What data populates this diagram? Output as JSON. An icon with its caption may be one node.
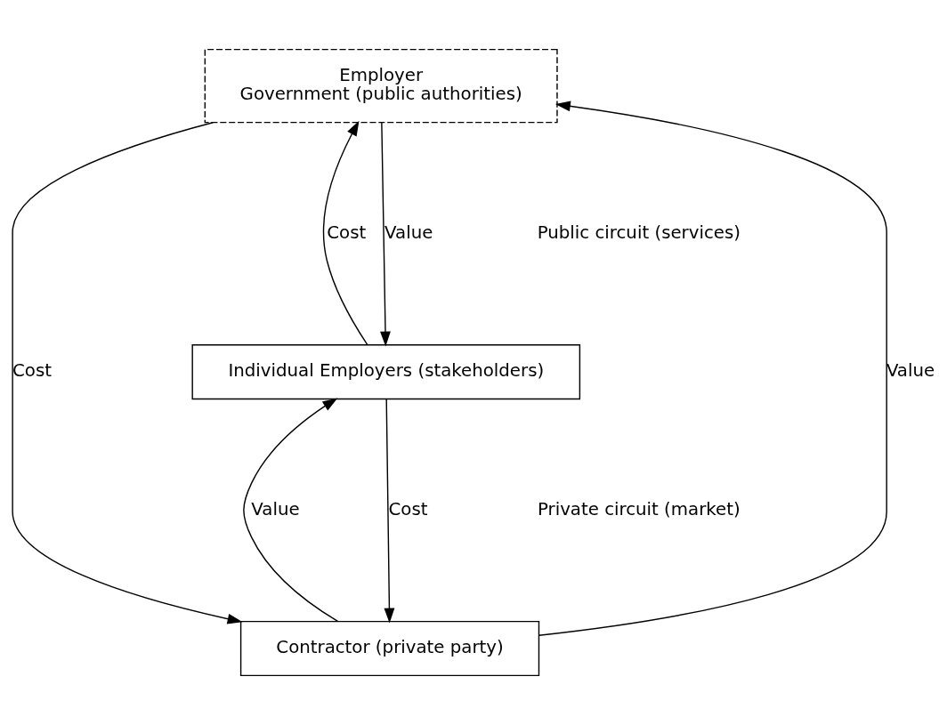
{
  "diagram": {
    "nodes": [
      {
        "text": [
          "Employer",
          "Government (public authorities)"
        ]
      },
      {
        "text": [
          "Individual Employers (stakeholders)"
        ]
      },
      {
        "text": [
          "Contractor (private party)"
        ]
      }
    ],
    "edges": [
      {
        "from": 2,
        "to": 0,
        "arrow": "to",
        "label": "Value"
      },
      {
        "from": 0,
        "to": 2,
        "arrow": "to",
        "label": "Cost"
      },
      {
        "from": 0,
        "to": 1,
        "arrow": "to",
        "label": "Value"
      },
      {
        "from": 1,
        "to": 0,
        "arrow": "to",
        "label": "Cost"
      },
      {
        "from": 2,
        "to": 1,
        "arrow": "to",
        "label": "Value"
      },
      {
        "from": 1,
        "to": 2,
        "arrow": "to",
        "label": "Cost"
      }
    ],
    "labels": [
      "Public circuit (services)",
      "Private circuit (market)"
    ]
  }
}
